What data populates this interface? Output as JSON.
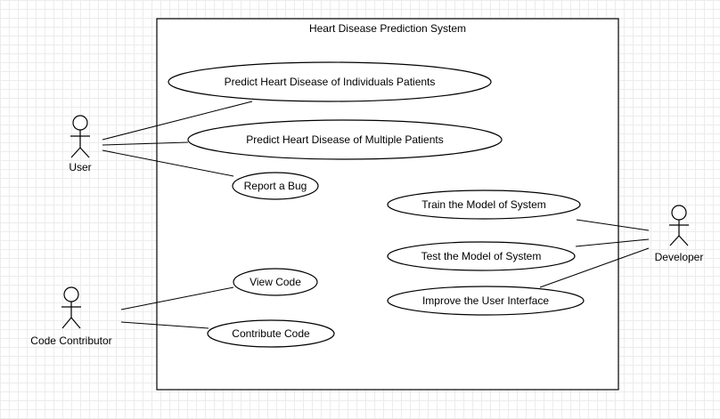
{
  "system": {
    "title": "Heart Disease Prediction System"
  },
  "actors": {
    "user": "User",
    "developer": "Developer",
    "code_contributor": "Code Contributor"
  },
  "use_cases": {
    "predict_individual": "Predict Heart Disease of Individuals Patients",
    "predict_multiple": "Predict Heart Disease of Multiple Patients",
    "report_bug": "Report a Bug",
    "train_model": "Train the Model of System",
    "test_model": "Test the Model of System",
    "improve_ui": "Improve the User Interface",
    "view_code": "View Code",
    "contribute_code": "Contribute Code"
  }
}
